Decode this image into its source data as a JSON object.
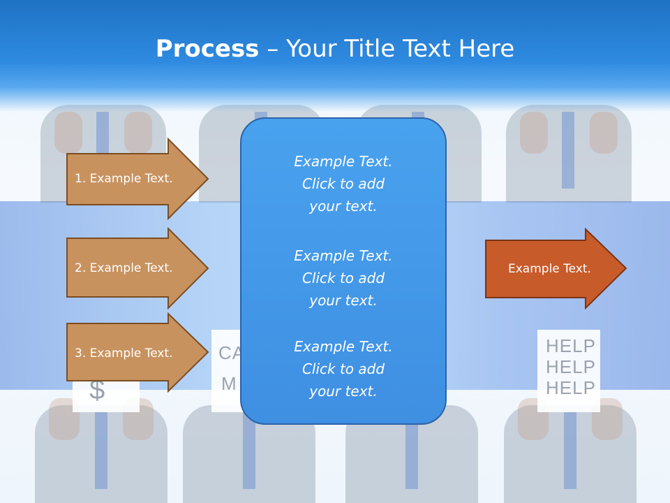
{
  "title": {
    "bold": "Process",
    "rest": " – Your Title Text Here"
  },
  "steps": [
    {
      "label": "1. Example Text."
    },
    {
      "label": "2. Example Text."
    },
    {
      "label": "3. Example Text."
    }
  ],
  "center_items": [
    {
      "line1": "Example Text.",
      "line2": "Click  to add",
      "line3": "your text."
    },
    {
      "line1": "Example Text.",
      "line2": "Click  to add",
      "line3": "your text."
    },
    {
      "line1": "Example Text.",
      "line2": "Click  to add",
      "line3": "your text."
    }
  ],
  "output": {
    "label": "Example Text."
  },
  "background_signs": {
    "left": "$",
    "middle_line1": "CA",
    "middle_line2": "M",
    "right_line1": "HELP",
    "right_line2": "HELP",
    "right_line3": "HELP"
  },
  "colors": {
    "step_fill": "#c8925f",
    "step_stroke": "#7a4d22",
    "output_fill": "#c85b2a",
    "output_stroke": "#7a3414",
    "center_fill": "#4299e8",
    "center_stroke": "#2b63a8",
    "title_band": "#2a86dc"
  }
}
